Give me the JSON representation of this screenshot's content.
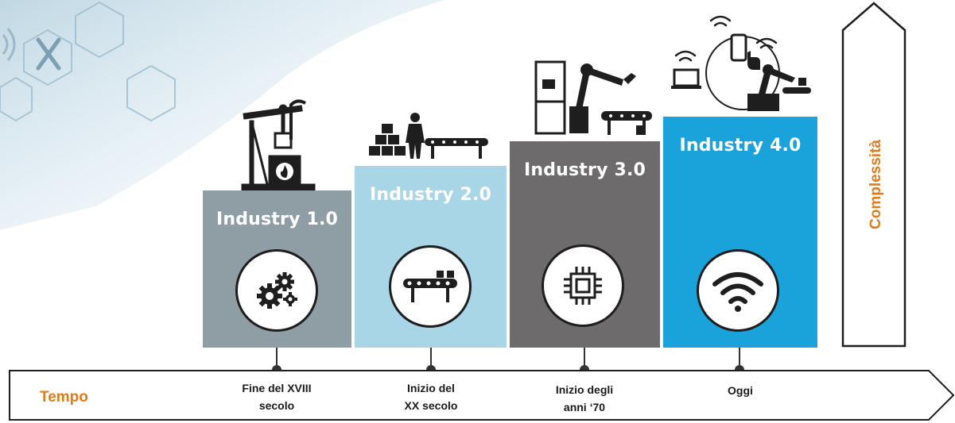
{
  "steps": [
    {
      "title": "Industry 1.0",
      "color": "#8f9ea5",
      "icon": "gears-icon",
      "illustration": "pumpjack-furnace-illustration"
    },
    {
      "title": "Industry 2.0",
      "color": "#a8d6e6",
      "icon": "conveyor-icon",
      "illustration": "assembly-line-illustration"
    },
    {
      "title": "Industry 3.0",
      "color": "#6d6b6b",
      "icon": "chip-icon",
      "illustration": "robot-arm-illustration"
    },
    {
      "title": "Industry 4.0",
      "color": "#1aa3db",
      "icon": "wifi-icon",
      "illustration": "connected-devices-illustration"
    }
  ],
  "timeline": {
    "axis_label": "Tempo",
    "labels": [
      {
        "line1": "Fine del XVIII",
        "line2": "secolo"
      },
      {
        "line1": "Inizio del",
        "line2": "XX secolo"
      },
      {
        "line1": "Inizio degli",
        "line2": "anni ‘70"
      },
      {
        "line1": "Oggi",
        "line2": ""
      }
    ]
  },
  "complexity": {
    "label": "Complessità"
  },
  "colors": {
    "accent": "#e07b1a",
    "ink": "#1e1e1e"
  }
}
